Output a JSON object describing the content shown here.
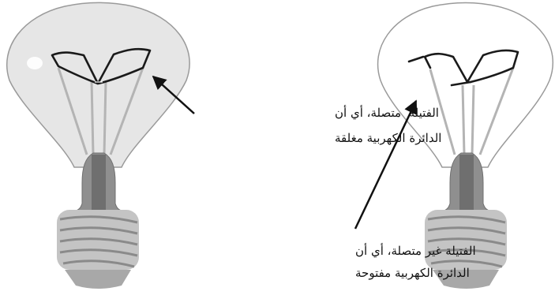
{
  "labels": {
    "closed_circuit": {
      "line1": "الفتيلة  متصلة، أي أن",
      "line2": "الدائرة الكهربية مغلقة"
    },
    "open_circuit": {
      "line1": "الفتيلة غير متصلة، أي أن",
      "line2": "الدائرة الكهربية مفتوحة"
    }
  },
  "colors": {
    "glass_left": "#e6e6e6",
    "glass_right": "#ffffff",
    "outline": "#9a9a9a",
    "filament": "#1a1a1a",
    "support_wire": "#b4b4b4",
    "stem": "#8f8f8f",
    "stem_dark": "#6f6f6f",
    "base": "#c4c4c4",
    "base_thread": "#8a8a8a",
    "arrow": "#111111"
  }
}
